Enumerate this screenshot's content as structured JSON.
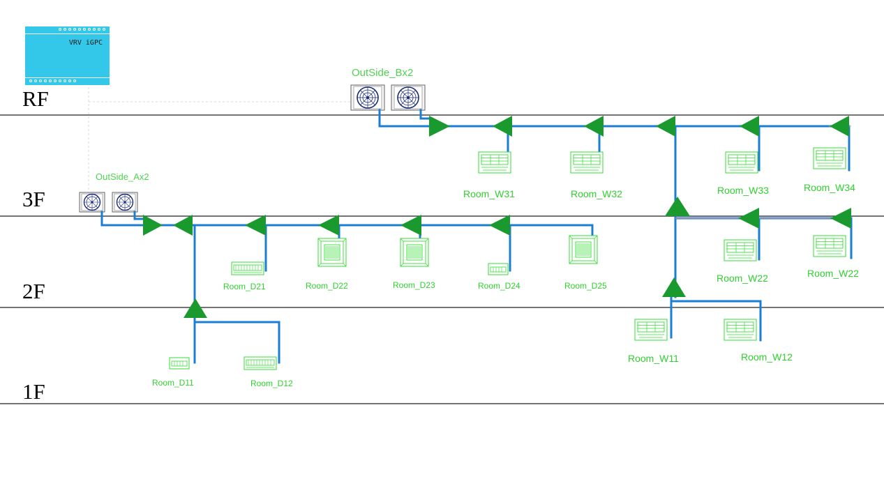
{
  "controller": {
    "label": "VRV  iGPC",
    "color": "#33c7ea"
  },
  "floors": [
    "RF",
    "3F",
    "2F",
    "1F"
  ],
  "outdoor_units": {
    "b": {
      "label": "OutSide_Bx2"
    },
    "a": {
      "label": "OutSide_Ax2"
    }
  },
  "rooms": {
    "w31": "Room_W31",
    "w32": "Room_W32",
    "w33": "Room_W33",
    "w34": "Room_W34",
    "w22a": "Room_W22",
    "w22b": "Room_W22",
    "w11": "Room_W11",
    "w12": "Room_W12",
    "d21": "Room_D21",
    "d22": "Room_D22",
    "d23": "Room_D23",
    "d24": "Room_D24",
    "d25": "Room_D25",
    "d11": "Room_D11",
    "d12": "Room_D12"
  },
  "colors": {
    "pipe": "#1a7fd4",
    "branch": "#1a9a2e",
    "unit_outline": "#33dd33",
    "floor_line": "#222222"
  }
}
